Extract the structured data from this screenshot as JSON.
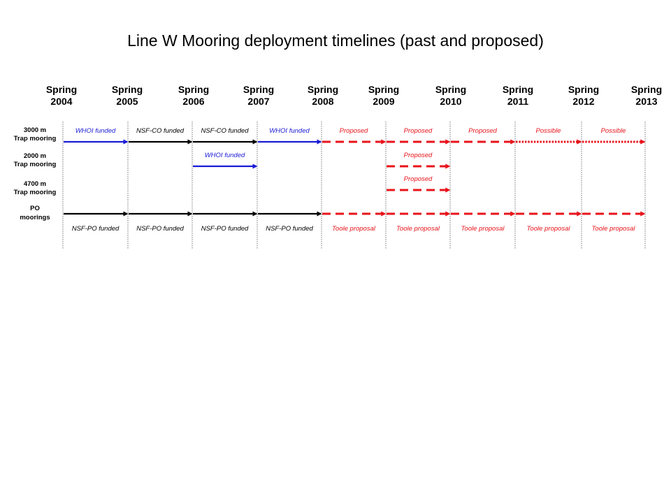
{
  "title": "Line W Mooring deployment timelines (past and proposed)",
  "years": [
    [
      "Spring",
      "2004"
    ],
    [
      "Spring",
      "2005"
    ],
    [
      "Spring",
      "2006"
    ],
    [
      "Spring",
      "2007"
    ],
    [
      "Spring",
      "2008"
    ],
    [
      "Spring",
      "2009"
    ],
    [
      "Spring",
      "2010"
    ],
    [
      "Spring",
      "2011"
    ],
    [
      "Spring",
      "2012"
    ],
    [
      "Spring",
      "2013"
    ]
  ],
  "rows": [
    {
      "id": "trap-3000",
      "label": [
        "3000 m",
        "Trap mooring"
      ]
    },
    {
      "id": "trap-2000",
      "label": [
        "2000 m",
        "Trap mooring"
      ]
    },
    {
      "id": "trap-4700",
      "label": [
        "4700 m",
        "Trap mooring"
      ]
    },
    {
      "id": "po",
      "label": [
        "PO",
        "moorings"
      ]
    }
  ],
  "colors": {
    "whoi": "#1a1ad6",
    "nsf": "#000000",
    "proposed": "#e8141b"
  },
  "segments": [
    {
      "row": "trap-3000",
      "from": 0,
      "to": 1,
      "style": "solid",
      "color": "whoi",
      "label": "WHOI funded",
      "label_pos": "above"
    },
    {
      "row": "trap-3000",
      "from": 1,
      "to": 2,
      "style": "solid",
      "color": "nsf",
      "label": "NSF-CO funded",
      "label_pos": "above"
    },
    {
      "row": "trap-3000",
      "from": 2,
      "to": 3,
      "style": "solid",
      "color": "nsf",
      "label": "NSF-CO funded",
      "label_pos": "above"
    },
    {
      "row": "trap-3000",
      "from": 3,
      "to": 4,
      "style": "solid",
      "color": "whoi",
      "label": "WHOI funded",
      "label_pos": "above"
    },
    {
      "row": "trap-3000",
      "from": 4,
      "to": 5,
      "style": "dashed",
      "color": "proposed",
      "label": "Proposed",
      "label_pos": "above"
    },
    {
      "row": "trap-3000",
      "from": 5,
      "to": 6,
      "style": "dashed",
      "color": "proposed",
      "label": "Proposed",
      "label_pos": "above"
    },
    {
      "row": "trap-3000",
      "from": 6,
      "to": 7,
      "style": "dashed",
      "color": "proposed",
      "label": "Proposed",
      "label_pos": "above"
    },
    {
      "row": "trap-3000",
      "from": 7,
      "to": 8,
      "style": "dotted",
      "color": "proposed",
      "label": "Possible",
      "label_pos": "above"
    },
    {
      "row": "trap-3000",
      "from": 8,
      "to": 9,
      "style": "dotted",
      "color": "proposed",
      "label": "Possible",
      "label_pos": "above"
    },
    {
      "row": "trap-2000",
      "from": 2,
      "to": 3,
      "style": "solid",
      "color": "whoi",
      "label": "WHOI funded",
      "label_pos": "above"
    },
    {
      "row": "trap-2000",
      "from": 5,
      "to": 6,
      "style": "dashed",
      "color": "proposed",
      "label": "Proposed",
      "label_pos": "above"
    },
    {
      "row": "trap-4700",
      "from": 5,
      "to": 6,
      "style": "dashed",
      "color": "proposed",
      "label": "Proposed",
      "label_pos": "above"
    },
    {
      "row": "po",
      "from": 0,
      "to": 1,
      "style": "solid",
      "color": "nsf",
      "label": "NSF-PO funded",
      "label_pos": "below"
    },
    {
      "row": "po",
      "from": 1,
      "to": 2,
      "style": "solid",
      "color": "nsf",
      "label": "NSF-PO funded",
      "label_pos": "below"
    },
    {
      "row": "po",
      "from": 2,
      "to": 3,
      "style": "solid",
      "color": "nsf",
      "label": "NSF-PO funded",
      "label_pos": "below"
    },
    {
      "row": "po",
      "from": 3,
      "to": 4,
      "style": "solid",
      "color": "nsf",
      "label": "NSF-PO funded",
      "label_pos": "below"
    },
    {
      "row": "po",
      "from": 4,
      "to": 5,
      "style": "dashed",
      "color": "proposed",
      "label": "Toole proposal",
      "label_pos": "below"
    },
    {
      "row": "po",
      "from": 5,
      "to": 6,
      "style": "dashed",
      "color": "proposed",
      "label": "Toole proposal",
      "label_pos": "below"
    },
    {
      "row": "po",
      "from": 6,
      "to": 7,
      "style": "dashed",
      "color": "proposed",
      "label": "Toole proposal",
      "label_pos": "below"
    },
    {
      "row": "po",
      "from": 7,
      "to": 8,
      "style": "dashed",
      "color": "proposed",
      "label": "Toole proposal",
      "label_pos": "below"
    },
    {
      "row": "po",
      "from": 8,
      "to": 9,
      "style": "dashed",
      "color": "proposed",
      "label": "Toole proposal",
      "label_pos": "below"
    }
  ]
}
